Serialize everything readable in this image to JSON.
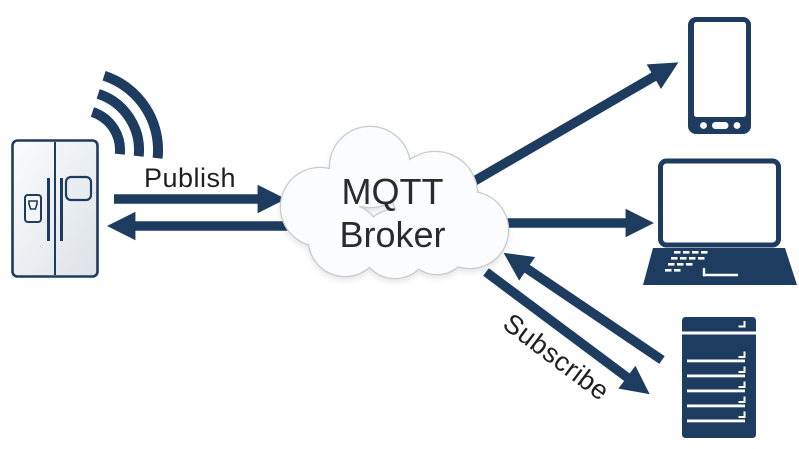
{
  "diagram": {
    "broker": {
      "line1": "MQTT",
      "line2": "Broker"
    },
    "labels": {
      "publish": "Publish",
      "subscribe": "Subscribe"
    },
    "nodes": [
      {
        "id": "smart-fridge",
        "icon": "fridge-icon"
      },
      {
        "id": "wifi-signal",
        "icon": "wifi-signal-icon"
      },
      {
        "id": "mqtt-broker",
        "icon": "cloud-icon"
      },
      {
        "id": "smartphone",
        "icon": "smartphone-icon"
      },
      {
        "id": "laptop",
        "icon": "laptop-icon"
      },
      {
        "id": "server",
        "icon": "server-icon"
      }
    ],
    "arrows": [
      {
        "id": "publish-out-arrow",
        "from": "smart-fridge",
        "to": "mqtt-broker"
      },
      {
        "id": "publish-return-arrow",
        "from": "mqtt-broker",
        "to": "smart-fridge"
      },
      {
        "id": "broker-to-phone-arrow",
        "from": "mqtt-broker",
        "to": "smartphone"
      },
      {
        "id": "broker-to-laptop-arrow",
        "from": "mqtt-broker",
        "to": "laptop"
      },
      {
        "id": "server-to-broker-arrow",
        "from": "server",
        "to": "mqtt-broker"
      },
      {
        "id": "broker-to-server-arrow",
        "from": "mqtt-broker",
        "to": "server"
      }
    ],
    "colors": {
      "navy": "#1d3c5f",
      "label_text": "#1f1f1f",
      "broker_text": "#2b2b2b",
      "cloud_fill": "#fbfcfd",
      "cloud_border": "#c7cbd0",
      "background": "#ffffff"
    }
  }
}
